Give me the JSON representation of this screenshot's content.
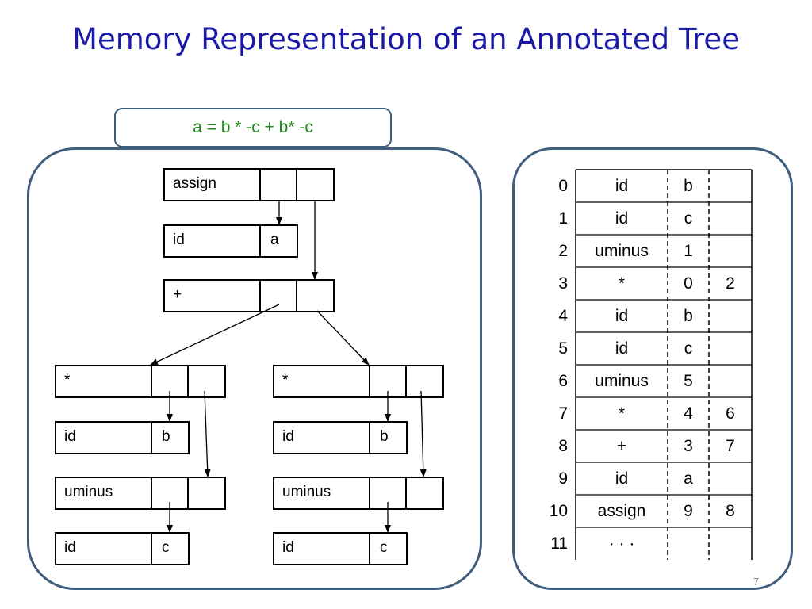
{
  "title": "Memory Representation of an Annotated Tree",
  "expression": "a = b * -c + b* -c",
  "tree": {
    "assign": "assign",
    "id_a": {
      "label": "id",
      "value": "a"
    },
    "plus": "+",
    "left": {
      "mul": "*",
      "id_b": {
        "label": "id",
        "value": "b"
      },
      "uminus": "uminus",
      "id_c": {
        "label": "id",
        "value": "c"
      }
    },
    "right": {
      "mul": "*",
      "id_b": {
        "label": "id",
        "value": "b"
      },
      "uminus": "uminus",
      "id_c": {
        "label": "id",
        "value": "c"
      }
    }
  },
  "table": {
    "rows": [
      {
        "index": "0",
        "op": "id",
        "arg1": "b",
        "arg2": ""
      },
      {
        "index": "1",
        "op": "id",
        "arg1": "c",
        "arg2": ""
      },
      {
        "index": "2",
        "op": "uminus",
        "arg1": "1",
        "arg2": ""
      },
      {
        "index": "3",
        "op": "*",
        "arg1": "0",
        "arg2": "2"
      },
      {
        "index": "4",
        "op": "id",
        "arg1": "b",
        "arg2": ""
      },
      {
        "index": "5",
        "op": "id",
        "arg1": "c",
        "arg2": ""
      },
      {
        "index": "6",
        "op": "uminus",
        "arg1": "5",
        "arg2": ""
      },
      {
        "index": "7",
        "op": "*",
        "arg1": "4",
        "arg2": "6"
      },
      {
        "index": "8",
        "op": "+",
        "arg1": "3",
        "arg2": "7"
      },
      {
        "index": "9",
        "op": "id",
        "arg1": "a",
        "arg2": ""
      },
      {
        "index": "10",
        "op": "assign",
        "arg1": "9",
        "arg2": "8"
      },
      {
        "index": "11",
        "op": "· · ·",
        "arg1": "",
        "arg2": ""
      }
    ]
  },
  "page_number": "7"
}
